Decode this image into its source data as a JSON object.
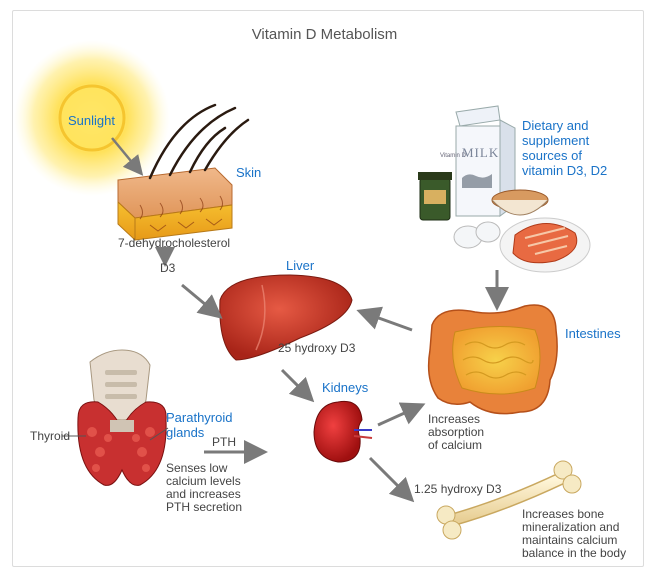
{
  "title": "Vitamin D Metabolism",
  "labels": {
    "sunlight": "Sunlight",
    "skin": "Skin",
    "dehydro": "7-dehydrocholesterol",
    "d3": "D3",
    "liver": "Liver",
    "hydroxy25": "25 hydroxy D3",
    "kidneys": "Kidneys",
    "thyroid": "Thyroid",
    "parathyroid": "Parathyroid\nglands",
    "pth": "PTH",
    "senses": "Senses low\ncalcium levels\nand increases\nPTH secretion",
    "dietary": "Dietary and\nsupplement\nsources of\nvitamin D3, D2",
    "intestines": "Intestines",
    "absorption": "Increases\nabsorption\nof calcium",
    "hydroxy125": "1.25 hydroxy D3",
    "bone": "Increases bone\nmineralization and\nmaintains calcium\nbalance in the body",
    "milk_brand": "Vitamin D",
    "milk": "MILK"
  },
  "colors": {
    "blue_label": "#1a73c8",
    "arrow": "#7a7a7a",
    "liver": "#c8362a",
    "kidney": "#c81e1e",
    "intestine": "#e8823a",
    "sun": "#ffe15a"
  }
}
